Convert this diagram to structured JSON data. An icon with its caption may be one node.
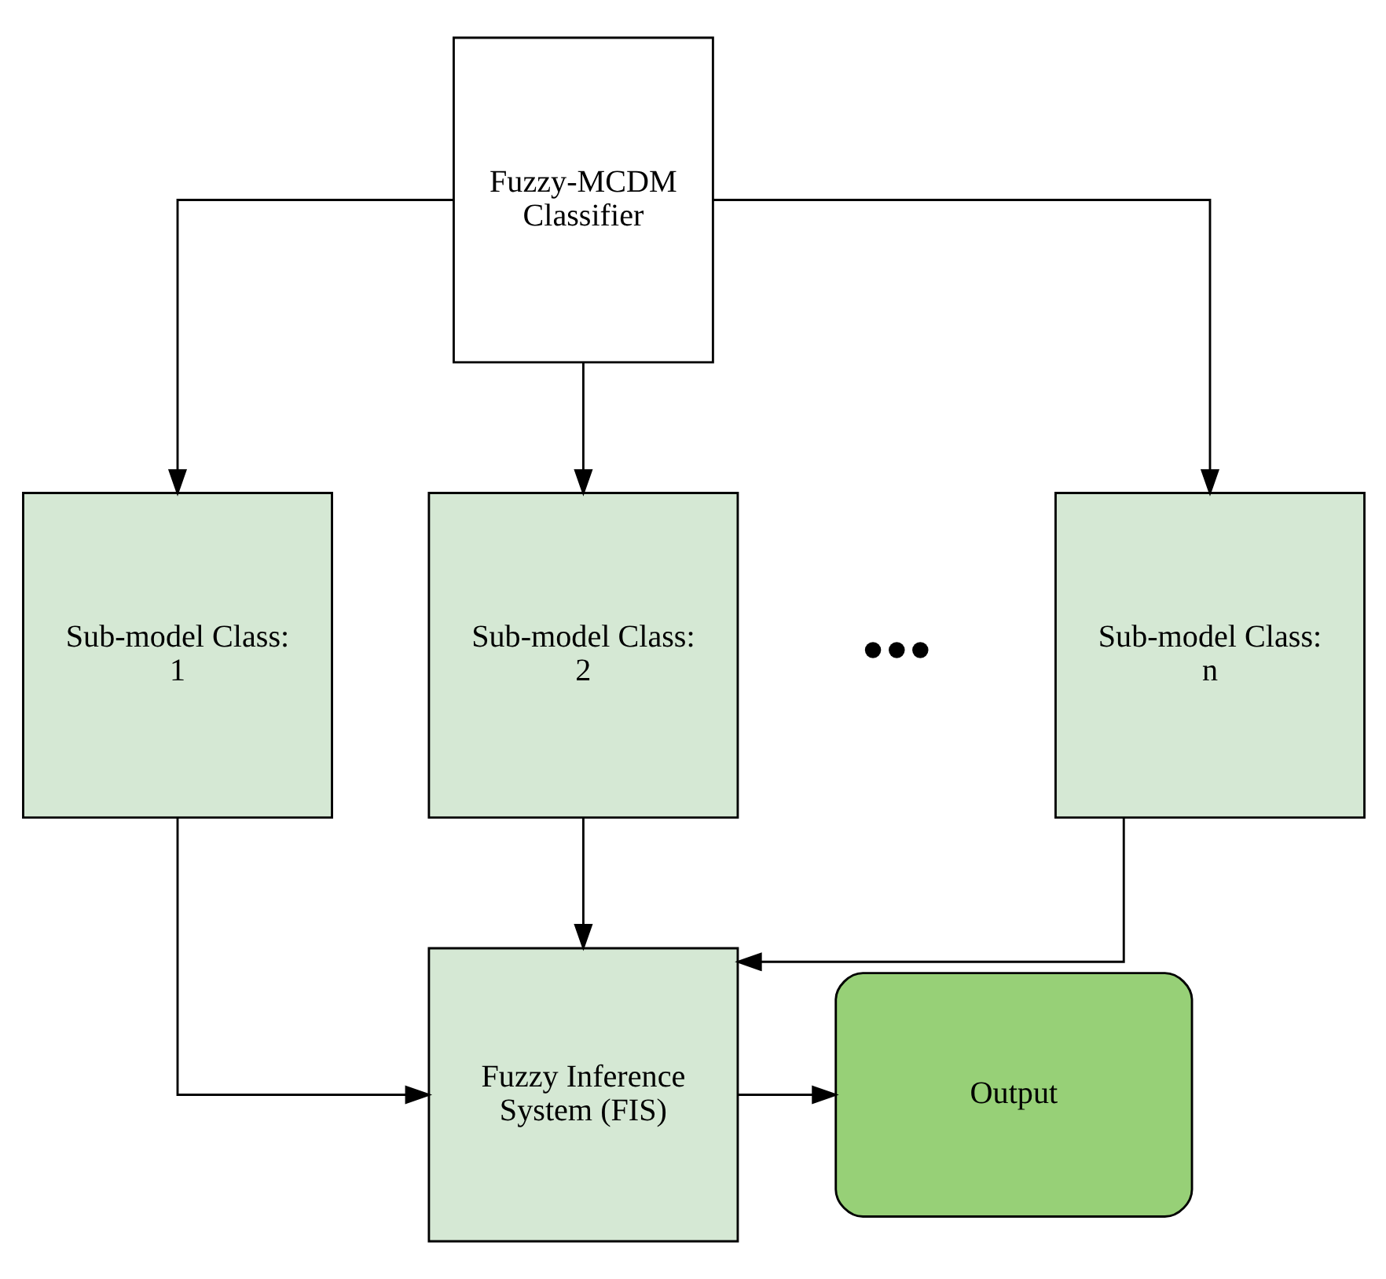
{
  "diagram": {
    "nodes": [
      {
        "text": [
          "Fuzzy-MCDM Classifier"
        ]
      },
      {
        "text": [
          "Sub-model Class: 1"
        ]
      },
      {
        "text": [
          "Sub-model Class: 2"
        ]
      },
      {
        "text": [
          "Sub-model Class: n"
        ]
      },
      {
        "text": [
          "Fuzzy Inference System (FIS)"
        ]
      },
      {
        "text": [
          "Output"
        ]
      }
    ],
    "edges": [
      {
        "from": 0,
        "to": 1,
        "arrow": "to"
      },
      {
        "from": 0,
        "to": 2,
        "arrow": "to"
      },
      {
        "from": 0,
        "to": 3,
        "arrow": "to"
      },
      {
        "from": 1,
        "to": 4,
        "arrow": "to"
      },
      {
        "from": 2,
        "to": 4,
        "arrow": "to"
      },
      {
        "from": 3,
        "to": 4,
        "arrow": "to"
      },
      {
        "from": 4,
        "to": 5,
        "arrow": "to"
      }
    ],
    "labels": [
      "•••"
    ]
  }
}
